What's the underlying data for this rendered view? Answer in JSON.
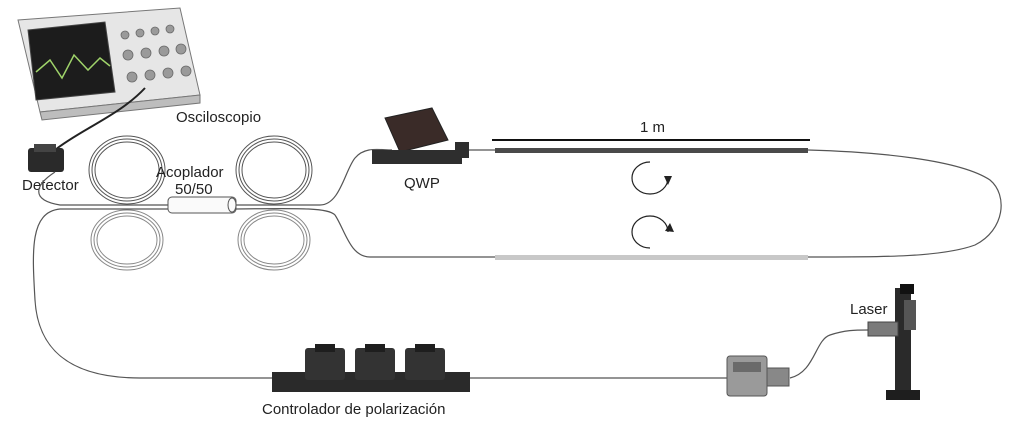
{
  "labels": {
    "oscilloscope": "Osciloscopio",
    "detector": "Detector",
    "coupler_line1": "Acoplador",
    "coupler_line2": "50/50",
    "qwp": "QWP",
    "length": "1 m",
    "laser": "Laser",
    "polarization_controller": "Controlador de polarización"
  },
  "icons": {
    "circulation_upper": "clockwise-arrow-icon",
    "circulation_lower": "counterclockwise-arrow-icon"
  },
  "colors": {
    "fiber": "#555555",
    "fiber_segment": "#4a4a4a",
    "ghost_segment": "#c8c8c8",
    "device_dark": "#2a2a2a",
    "screen": "#1c1c1c"
  }
}
